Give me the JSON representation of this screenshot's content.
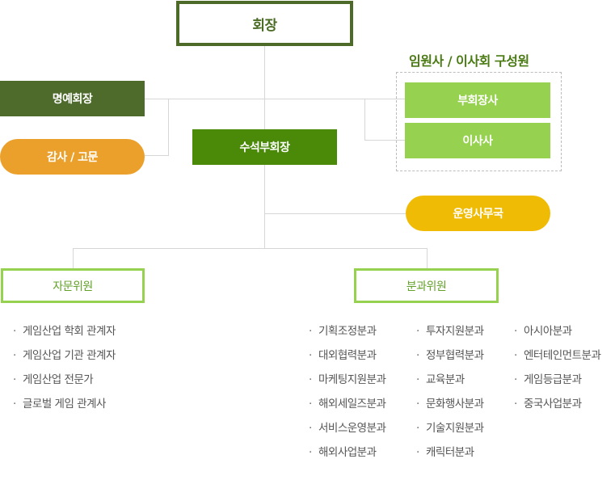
{
  "chairman": "회장",
  "honorary_chairman": "명예회장",
  "auditor_advisor": "감사 / 고문",
  "senior_vice_chairman": "수석부회장",
  "officers_group": {
    "title": "임원사 / 이사회 구성원",
    "vice_chairman_company": "부회장사",
    "director_company": "이사사"
  },
  "secretariat": "운영사무국",
  "advisory_committee": {
    "title": "자문위원",
    "items": [
      "게임산업 학회 관계자",
      "게임산업 기관 관계자",
      "게임산업 전문가",
      "글로벌 게임 관계사"
    ]
  },
  "division_committee": {
    "title": "분과위원",
    "col1": [
      "기획조정분과",
      "대외협력분과",
      "마케팅지원분과",
      "해외세일즈분과",
      "서비스운영분과",
      "해외사업분과"
    ],
    "col2": [
      "투자지원분과",
      "정부협력분과",
      "교육분과",
      "문화행사분과",
      "기술지원분과",
      "캐릭터분과"
    ],
    "col3": [
      "아시아분과",
      "엔터테인먼트분과",
      "게임등급분과",
      "중국사업분과"
    ]
  },
  "bullet": "·",
  "colors": {
    "dark_green": "#4e6b2c",
    "green": "#4a8a08",
    "light_green": "#96d14f",
    "orange": "#eba02b",
    "yellow": "#f0bb05"
  }
}
